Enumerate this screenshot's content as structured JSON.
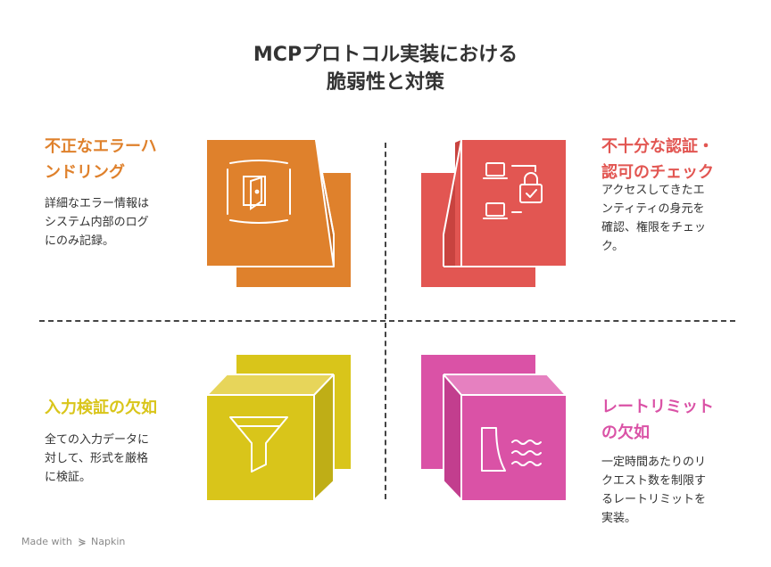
{
  "title": {
    "line1": "MCPプロトコル実装における",
    "line2": "脆弱性と対策"
  },
  "quadrants": [
    {
      "heading1": "不正なエラーハ",
      "heading2": "ンドリング",
      "desc": [
        "詳細なエラー情報は",
        "システム内部のログ",
        "にのみ記録。"
      ],
      "color": "#DF812C"
    },
    {
      "heading1": "不十分な認証・",
      "heading2": "認可のチェック",
      "desc": [
        "アクセスしてきたエ",
        "ンティティの身元を",
        "確認、権限をチェッ",
        "ク。"
      ],
      "color": "#E25652"
    },
    {
      "heading1": "入力検証の欠如",
      "desc": [
        "全ての入力データに",
        "対して、形式を厳格",
        "に検証。"
      ],
      "color": "#D9C51A"
    },
    {
      "heading1": "レートリミット",
      "heading2": "の欠如",
      "desc": [
        "一定時間あたりのリ",
        "クエスト数を制限す",
        "るレートリミットを",
        "実装。"
      ],
      "color": "#DA52A6"
    }
  ],
  "footer": {
    "made_with": "Made with",
    "brand": "Napkin"
  }
}
